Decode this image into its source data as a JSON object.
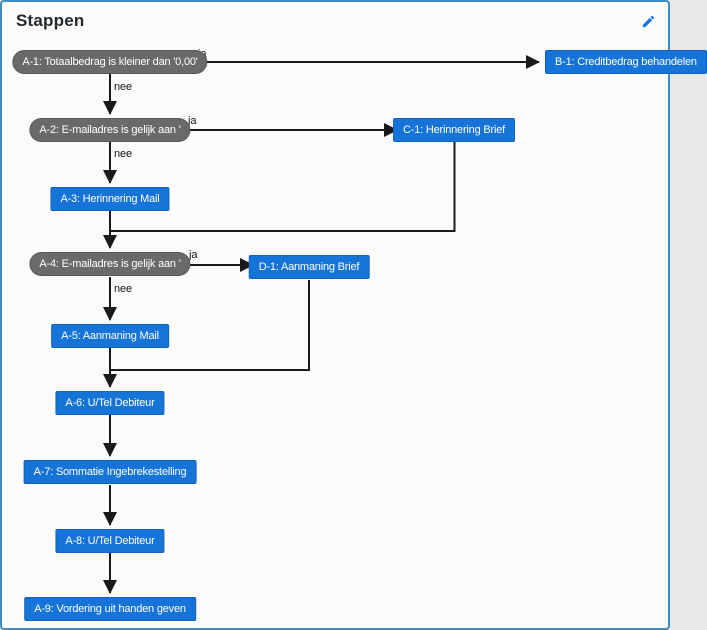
{
  "header": {
    "title": "Stappen",
    "edit_icon": "pencil-icon"
  },
  "flow": {
    "colors": {
      "decision_gray": "#6a6a6a",
      "action_blue": "#1674d8",
      "line_black": "#1a1a1a",
      "page_border_blue": "#3e8ec6",
      "edit_icon_blue": "#1a73e8"
    },
    "nodes": [
      {
        "id": "A-1",
        "type": "decision",
        "label": "A-1: Totaalbedrag is kleiner dan '0,00'"
      },
      {
        "id": "B-1",
        "type": "action",
        "label": "B-1: Creditbedrag behandelen"
      },
      {
        "id": "A-2",
        "type": "decision",
        "label": "A-2: E-mailadres is gelijk aan '"
      },
      {
        "id": "C-1",
        "type": "action",
        "label": "C-1: Herinnering Brief"
      },
      {
        "id": "A-3",
        "type": "action",
        "label": "A-3: Herinnering Mail"
      },
      {
        "id": "A-4",
        "type": "decision",
        "label": "A-4: E-mailadres is gelijk aan '"
      },
      {
        "id": "D-1",
        "type": "action",
        "label": "D-1: Aanmaning Brief"
      },
      {
        "id": "A-5",
        "type": "action",
        "label": "A-5: Aanmaning Mail"
      },
      {
        "id": "A-6",
        "type": "action",
        "label": "A-6: U/Tel Debiteur"
      },
      {
        "id": "A-7",
        "type": "action",
        "label": "A-7: Sommatie Ingebrekestelling"
      },
      {
        "id": "A-8",
        "type": "action",
        "label": "A-8: U/Tel Debiteur"
      },
      {
        "id": "A-9",
        "type": "action",
        "label": "A-9: Vordering uit handen geven"
      }
    ],
    "edges": [
      {
        "from": "A-1",
        "to": "B-1",
        "label": "ja"
      },
      {
        "from": "A-1",
        "to": "A-2",
        "label": "nee"
      },
      {
        "from": "A-2",
        "to": "C-1",
        "label": "ja"
      },
      {
        "from": "A-2",
        "to": "A-3",
        "label": "nee"
      },
      {
        "from": "A-3",
        "to": "A-4",
        "label": ""
      },
      {
        "from": "C-1",
        "to": "A-4",
        "label": ""
      },
      {
        "from": "A-4",
        "to": "D-1",
        "label": "ja"
      },
      {
        "from": "A-4",
        "to": "A-5",
        "label": "nee"
      },
      {
        "from": "A-5",
        "to": "A-6",
        "label": ""
      },
      {
        "from": "D-1",
        "to": "A-6",
        "label": ""
      },
      {
        "from": "A-6",
        "to": "A-7",
        "label": ""
      },
      {
        "from": "A-7",
        "to": "A-8",
        "label": ""
      },
      {
        "from": "A-8",
        "to": "A-9",
        "label": ""
      }
    ]
  }
}
